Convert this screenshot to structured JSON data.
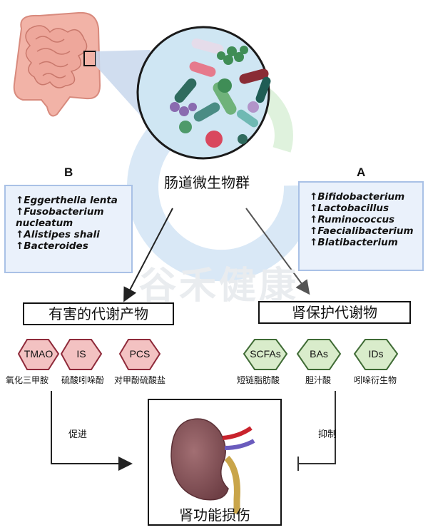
{
  "microbiota_label": "肠道微生物群",
  "watermark": "谷禾健康",
  "group_b": {
    "label": "B",
    "items": [
      "↑Eggerthella lenta",
      "↑Fusobacterium",
      "nucleatum",
      "↑Alistipes shali",
      "↑Bacteroides"
    ]
  },
  "group_a": {
    "label": "A",
    "items": [
      "↑Bifidobacterium",
      "↑Lactobacillus",
      "↑Ruminococcus",
      "↑Faecialibacterium",
      "↑Blatibacterium"
    ]
  },
  "harmful": {
    "title": "有害的代谢产物",
    "metabolites": [
      {
        "abbr": "TMAO",
        "name": "氧化三甲胺"
      },
      {
        "abbr": "IS",
        "name": "硫酸吲哚酚"
      },
      {
        "abbr": "PCS",
        "name": "对甲酚硫酸盐"
      }
    ]
  },
  "protective": {
    "title": "肾保护代谢物",
    "metabolites": [
      {
        "abbr": "SCFAs",
        "name": "短链脂肪酸"
      },
      {
        "abbr": "BAs",
        "name": "胆汁酸"
      },
      {
        "abbr": "IDs",
        "name": "吲哚衍生物"
      }
    ]
  },
  "promote_label": "促进",
  "inhibit_label": "抑制",
  "kidney_label": "肾功能损伤",
  "colors": {
    "harmful_fill": "#f3c2c2",
    "harmful_stroke": "#8f2a3a",
    "protective_fill": "#d9eccb",
    "protective_stroke": "#3f6b35",
    "info_fill": "#eaf1fb",
    "info_stroke": "#a9c1e6"
  }
}
